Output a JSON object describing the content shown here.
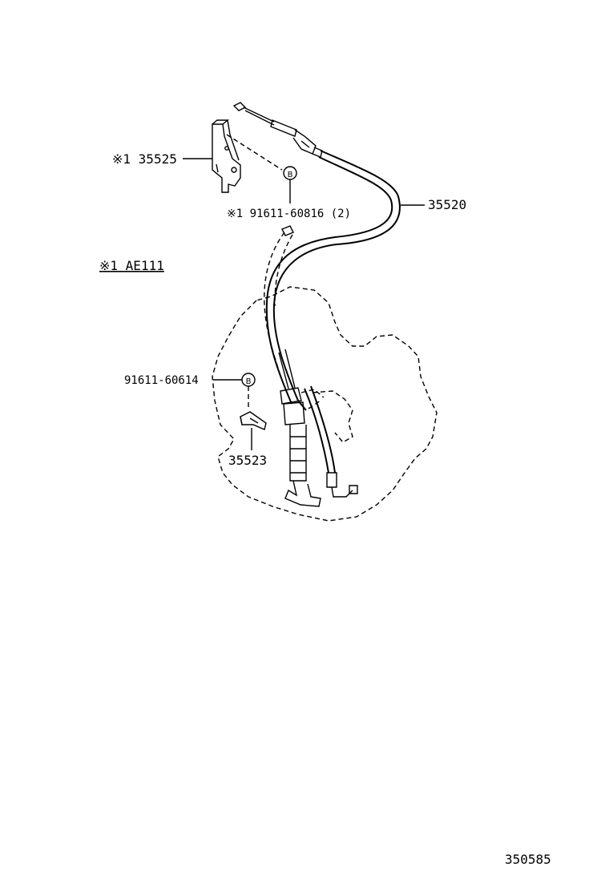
{
  "labels": {
    "part_bracket": "※1 35525",
    "part_cable": "35520",
    "bolt_1": "※1 91611-60816 (2)",
    "bolt_2": "91611-60614",
    "part_clamp": "35523",
    "note": "※1 AE111",
    "diagram_id": "350585",
    "bolt_marker": "B"
  },
  "icons": [
    "bracket-icon",
    "cable-icon",
    "transmission-icon",
    "bolt-icon",
    "clamp-icon"
  ]
}
